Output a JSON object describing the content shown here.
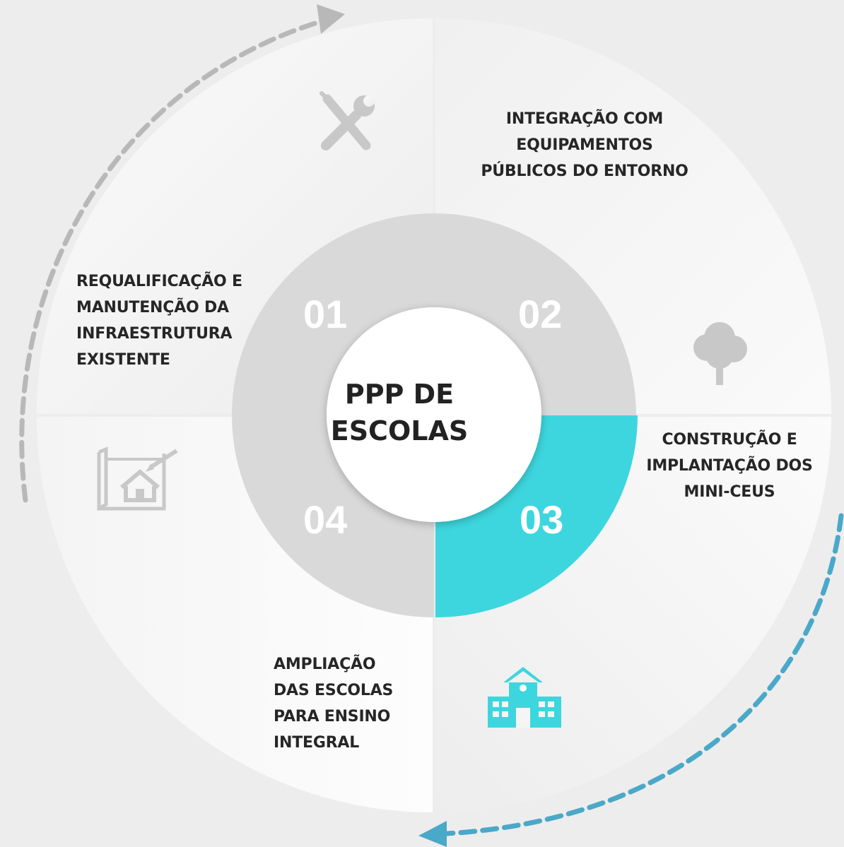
{
  "center": {
    "line1": "PPP DE",
    "line2": "ESCOLAS"
  },
  "steps": [
    {
      "number": "01",
      "lines": [
        "REQUALIFICAÇÃO E",
        "MANUTENÇÃO DA",
        "INFRAESTRUTURA",
        "EXISTENTE"
      ],
      "icon": "tools-icon"
    },
    {
      "number": "02",
      "lines": [
        "INTEGRAÇÃO COM",
        "EQUIPAMENTOS",
        "PÚBLICOS DO ENTORNO"
      ],
      "icon": "tree-icon"
    },
    {
      "number": "03",
      "lines": [
        "CONSTRUÇÃO E",
        "IMPLANTAÇÃO DOS",
        "MINI-CEUS"
      ],
      "icon": "school-icon"
    },
    {
      "number": "04",
      "lines": [
        "AMPLIAÇÃO",
        "DAS ESCOLAS",
        "PARA ENSINO",
        "INTEGRAL"
      ],
      "icon": "blueprint-house-icon"
    }
  ],
  "colors": {
    "accent": "#3dd6de",
    "ring": "#d9d9d9",
    "gray_icon": "#c8c8c8",
    "arrow_gray": "#b8b8b8",
    "arrow_blue": "#4aa8c8"
  }
}
